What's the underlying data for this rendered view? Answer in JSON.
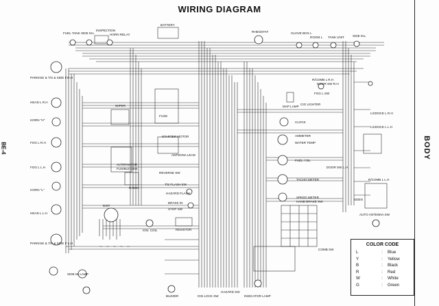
{
  "title": "WIRING DIAGRAM",
  "page_number": "BE-4",
  "section": "BODY",
  "labels": {
    "fuel_tank_side_ml": "FUEL TANK SIDE M.L",
    "inspection": "INSPECTION",
    "horn_relay": "HORN RELAY",
    "battery": "BATTERY",
    "rheostat": "RHEOSTAT",
    "glove_box_l": "GLOVE BOX L",
    "room_l": "ROOM L",
    "tank_unit": "TANK UNIT",
    "side_ml": "SIDE M.L",
    "parking_ts_rh": "PARKING & T/S & SIDE F.R.H",
    "rcomb_rh": "R/COMB L R.H",
    "door_sw_rh": "DOOR SW R.H",
    "head_rh": "HEAD L R.H",
    "fog_sw": "FOG L SW",
    "horn_h": "HORN \"H\"",
    "map_lamp": "MAP LAMP",
    "cig_lighter": "CIG LIGHTER",
    "licence_rh": "LICENCE L R.H",
    "fog_rh": "FOG L R.H",
    "licence_lh": "LICENCE L L.H",
    "clock": "CLOCK",
    "ammeter": "AMMETER",
    "water_temp": "WATER TEMP",
    "starter_motor": "STARTER MOTOR",
    "fuse": "FUSE",
    "wiper": "WIPER",
    "alternator": "ALTERNATOR",
    "fusible_link": "FUSIBLE LINK",
    "fog_lh": "FOG L L.H",
    "antenna_lead": "ANTENNA LEAD",
    "fuel_oil": "FUEL / OIL",
    "door_sw_lh": "DOOR SW L.H",
    "reverse_sw": "REVERSE SW",
    "rcomb_lh": "R/COMB L L.H",
    "radio": "RADIO",
    "ts_flash_sw": "T/S FLASH SW",
    "tacho_meter": "TACHO METER",
    "horn_l": "HORN \"L\"",
    "hazard_flash": "HAZARD FLASH",
    "speed_meter": "SPEED METER",
    "hand_brake_sw": "HAND BRAKE SW",
    "sden": "SDEN",
    "head_lh": "HEAD L L.H",
    "dist": "DIST",
    "brake_in": "BRAKE IN",
    "stop_sw": "STOP SW",
    "auto_antenna_sw": "AUTO ANTENNA SW",
    "ign_coil": "IGN. COIL",
    "resistor": "RESISTOR",
    "comb_sw": "COMB SW",
    "parking_ts_lh": "PARKING & T/S & SIDE F L.H",
    "side_m_lamp": "SIDE M. LAMP",
    "buzzer": "BUZZER",
    "ign_lock_sw": "IGN LOCK SW",
    "hazard_sw": "HAZARD SW",
    "indicator_lamp": "INDICATOR LAMP"
  },
  "color_code": {
    "title": "COLOR CODE",
    "entries": [
      {
        "code": "L",
        "sep": ":",
        "name": "Blue"
      },
      {
        "code": "Y",
        "sep": ":",
        "name": "Yellow"
      },
      {
        "code": "B",
        "sep": ":",
        "name": "Black"
      },
      {
        "code": "R",
        "sep": ":",
        "name": "Red"
      },
      {
        "code": "W",
        "sep": ":",
        "name": "White"
      },
      {
        "code": "G",
        "sep": ":",
        "name": "Green"
      }
    ]
  }
}
